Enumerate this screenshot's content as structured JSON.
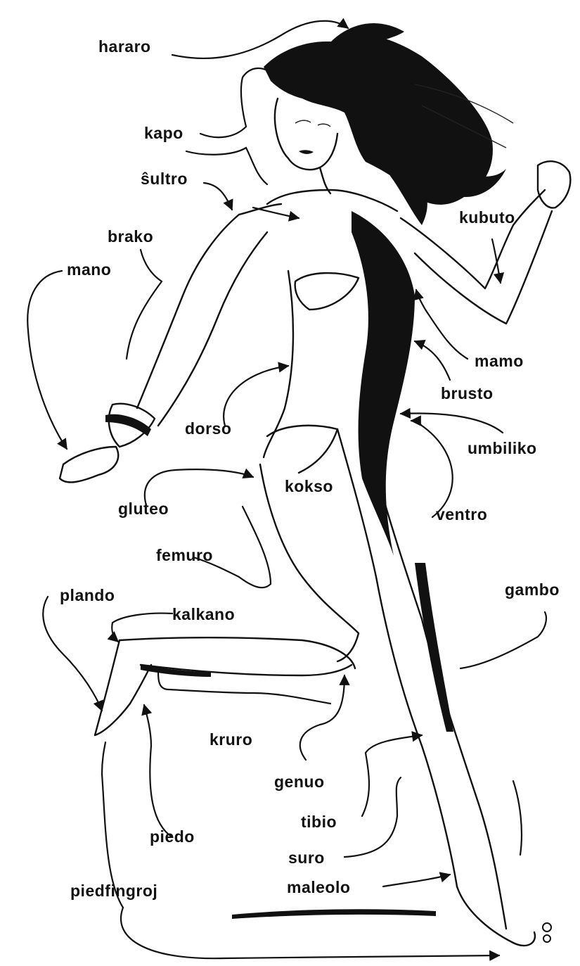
{
  "labels": {
    "hararo": "hararo",
    "kapo": "kapo",
    "sultro": "ŝultro",
    "brako": "brako",
    "mano": "mano",
    "kubuto": "kubuto",
    "mamo": "mamo",
    "brusto": "brusto",
    "dorso": "dorso",
    "umbiliko": "umbiliko",
    "kokso": "kokso",
    "gluteo": "gluteo",
    "ventro": "ventro",
    "femuro": "femuro",
    "plando": "plando",
    "kalkano": "kalkano",
    "gambo": "gambo",
    "kruro": "kruro",
    "genuo": "genuo",
    "tibio": "tibio",
    "piedo": "piedo",
    "suro": "suro",
    "maleolo": "maleolo",
    "piedfingroj": "piedfingroj"
  },
  "icons": {
    "corner_mark": "copyright-mark-icon"
  },
  "colors": {
    "ink": "#111111",
    "background": "#ffffff"
  }
}
